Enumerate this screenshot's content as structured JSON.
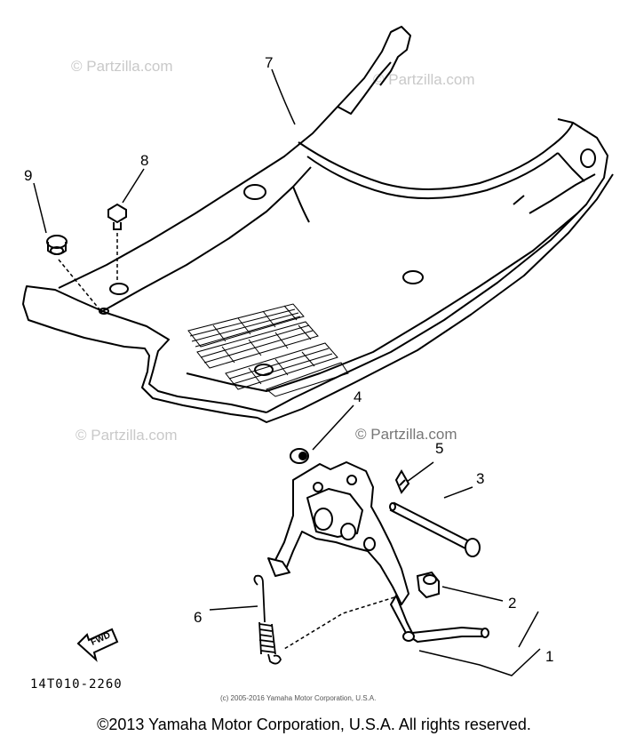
{
  "callouts": {
    "c1": "1",
    "c2": "2",
    "c3": "3",
    "c4": "4",
    "c5": "5",
    "c6": "6",
    "c7": "7",
    "c8": "8",
    "c9": "9"
  },
  "watermark": {
    "text": "© Partzilla.com",
    "text_mid": "© Partzilla.com",
    "text_top": "© Partzilla.com",
    "text_left": "© Partzilla.com"
  },
  "fwd_label": "FWD",
  "ref_code": "14T010-2260",
  "small_copyright": "(c) 2005-2016 Yamaha Motor Corporation, U.S.A.",
  "footer_copyright": "©2013 Yamaha Motor Corporation, U.S.A. All rights reserved."
}
